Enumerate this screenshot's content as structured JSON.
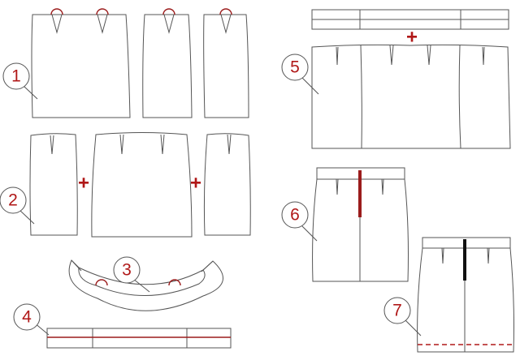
{
  "diagram": {
    "colors": {
      "outline": "#555555",
      "accent": "#b01818",
      "seam_black": "#111111"
    },
    "steps": [
      {
        "number": "1"
      },
      {
        "number": "2"
      },
      {
        "number": "3"
      },
      {
        "number": "4"
      },
      {
        "number": "5"
      },
      {
        "number": "6"
      },
      {
        "number": "7"
      }
    ],
    "join_symbol": "+"
  }
}
